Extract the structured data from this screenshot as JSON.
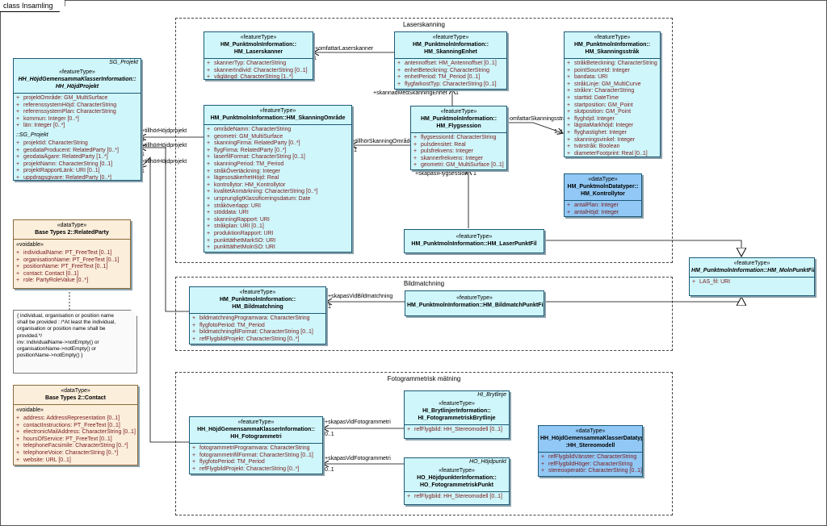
{
  "frame_title": "class Insamling",
  "packages": {
    "laserskanning": "Laserskanning",
    "bildmatchning": "Bildmatchning",
    "fotogrammetri": "Fotogrammetrisk mätning"
  },
  "classes": {
    "hojdprojekt": {
      "pkgtag": "SG_Projekt",
      "stereotype": "«featureType»",
      "name1": "HH_HöjdGemensammaKlasserInformation::",
      "name2": "HH_HöjdProjekt",
      "attrs": [
        "projektOmråde: GM_MultiSurface",
        "referenssystemHöjd: CharacterString",
        "referenssystemPlan: CharacterString",
        "kommun: Integer [0..*]",
        "län: Integer [0..*]"
      ],
      "section": "::SG_Projekt",
      "attrs2": [
        "projektId: CharacterString",
        "geodataProducent: RelatedParty [0..*]",
        "geodataÄgare: RelatedParty [1..*]",
        "projektNamn: CharacterString [0..1]",
        "projektRapportLänk: URI [0..1]",
        "uppdragsgivare: RelatedParty [0..*]"
      ]
    },
    "laserskanner": {
      "stereotype": "«featureType»",
      "name1": "HM_PunktmolnInformation::",
      "name2": "HM_Laserskanner",
      "attrs": [
        "skannerTyp: CharacterString",
        "skannerIndivid: CharacterString [0..1]",
        "våglängd: CharacterString [1..*]"
      ]
    },
    "skanningenhet": {
      "stereotype": "«featureType»",
      "name1": "HM_PunktmolnInformation::",
      "name2": "HM_SkanningEnhet",
      "attrs": [
        "antennoffset: HM_Antennoffset [0..1]",
        "enhetBeteckning: CharacterString",
        "enhetPeriod: TM_Period [0..1]",
        "flygfarkostTyp: CharacterString [0..1]"
      ]
    },
    "skanningstrak": {
      "stereotype": "«featureType»",
      "name1": "HM_PunktmolnInformation::",
      "name2": "HM_Skanningsstråk",
      "attrs": [
        "stråkBeteckning: CharacterString",
        "pointSourceId: Integer",
        "bandata: URI",
        "stråkLinje: GM_MultiCurve",
        "stråknr: CharacterString",
        "starttid: DateTime",
        "startposition: GM_Point",
        "slutposition: GM_Point",
        "flyghöjd: Integer",
        "lägstaMarkhöjd: Integer",
        "flyghastighet: Integer",
        "skanningsvinkel: Integer",
        "tvärstråk: Boolean",
        "diameterFootprint: Real [0..1]"
      ]
    },
    "skanningomrade": {
      "stereotype": "«featureType»",
      "name1": "HM_PunktmolnInformation::HM_SkanningOmråde",
      "name2": "",
      "attrs": [
        "områdeNamn: CharacterString",
        "geometri: GM_MultiSurface",
        "skanningFirma: RelatedParty [0..*]",
        "flygFirma: RelatedParty [0..*]",
        "laserfilFormat: CharacterString [0..1]",
        "skanningPeriod: TM_Period",
        "stråkÖvertäckning: Integer",
        "lägesosäkerhetHöjd: Real",
        "kontrollytor: HM_Kontrollytor",
        "kvalitetAnmärkning: CharacterString [0..*]",
        "ursprungligtKlassificeringsdatum: Date",
        "stråköverlapp: URI",
        "stöddata: URI",
        "skanningRapport: URI",
        "stråkplan: URI [0..1]",
        "produktionRapport: URI",
        "punkttäthetMarkSO: URI",
        "punkttäthetMolnSO: URI"
      ]
    },
    "flygsession": {
      "stereotype": "«featureType»",
      "name1": "HM_PunktmolnInformation::",
      "name2": "HM_Flygsession",
      "attrs": [
        "flygsessionId: CharacterString",
        "pulsdensitet: Real",
        "pulsfrekvens: Integer",
        "skannerfrekvens: Integer",
        "geometri: GM_MultiSurface [0..1]"
      ]
    },
    "kontrollytor": {
      "stereotype": "«dataType»",
      "name1": "HM_PunktmolnDatatyper::",
      "name2": "HM_Kontrollytor",
      "attrs": [
        "antalPlan: Integer",
        "antalHöjd: Integer"
      ]
    },
    "laserpunktfil": {
      "stereotype": "«featureType»",
      "name1": "HM_PunktmolnInformation::HM_LaserPunktFil",
      "name2": "",
      "attrs": []
    },
    "molnpunktfil": {
      "stereotype": "«featureType»",
      "name1": "HM_PunktmolnInformation::HM_MolnPunktFil",
      "name2": "",
      "attrs": [
        "LAS_fil: URI"
      ]
    },
    "bildmatchning": {
      "stereotype": "«featureType»",
      "name1": "HM_PunktmolnInformation::",
      "name2": "HM_Bildmatchning",
      "attrs": [
        "bildmatchningProgramvara: CharacterString",
        "flygfotoPeriod: TM_Period",
        "bildmatchningfilFormat: CharacterString [0..1]",
        "refFlygbildProjekt: CharacterString [0..*]"
      ]
    },
    "bildmatchpunktfil": {
      "stereotype": "«featureType»",
      "name1": "HM_PunktmolnInformation::HM_BildmatchPunktFil",
      "name2": "",
      "attrs": []
    },
    "relatedparty": {
      "stereotype": "«dataType»",
      "name1": "Base Types 2::RelatedParty",
      "name2": "",
      "section": "«voidable»",
      "attrs": [
        "individualName: PT_FreeText [0..1]",
        "organisationName: PT_FreeText [0..1]",
        "positionName: PT_FreeText [0..1]",
        "contact: Contact [0..1]",
        "role: PartyRoleValue [0..*]"
      ]
    },
    "contact": {
      "stereotype": "«dataType»",
      "name1": "Base Types 2::Contact",
      "name2": "",
      "section": "«voidable»",
      "attrs": [
        "address: AddressRepresentation [0..1]",
        "contactInstructions: PT_FreeText [0..1]",
        "electronicMailAddress: CharacterString [0..1]",
        "hoursOfService: PT_FreeText [0..1]",
        "telephoneFacsimile: CharacterString [0..*]",
        "telephoneVoice: CharacterString [0..*]",
        "website: URL [0..1]"
      ]
    },
    "fotogrammetri": {
      "stereotype": "«featureType»",
      "name1": "HH_HöjdGemensammaKlasserInformation::",
      "name2": "HH_Fotogrammetri",
      "attrs": [
        "fotogrammetriProgramvara: CharacterString",
        "fotogrammetrifilFormat: CharacterString [0..1]",
        "flygfotoPeriod: TM_Period",
        "refFlygbildProjekt: CharacterString [0..*]"
      ]
    },
    "brytlinje": {
      "pkgtag": "HI_Brytlinje",
      "stereotype": "«featureType»",
      "name1": "HI_BrytlinjerInformation::",
      "name2": "HI_FotogrammetriskBrytlinje",
      "attrs": [
        "refFlygbild: HH_Stereomodell [0..1]"
      ]
    },
    "hojdpunkt": {
      "pkgtag": "HO_Höjdpunkt",
      "stereotype": "«featureType»",
      "name1": "HO_HöjdpunkterInformation::",
      "name2": "HO_FotogrammetriskPunkt",
      "attrs": [
        "refFlygbild: HH_Stereomodell [0..1]"
      ]
    },
    "stereomodell": {
      "stereotype": "«dataType»",
      "name1": "HH_HöjdGemensammaKlasserDatatyper:",
      "name2": ":HH_Stereomodell",
      "attrs": [
        "refFlygbildVänster: CharacterString",
        "refFlygbildHöger: CharacterString",
        "stereooperatör: CharacterString [0..1]"
      ]
    }
  },
  "note": {
    "lines": [
      "{ individual, organisation or position name",
      "shall be provided : /*At least the individual,",
      "organisation or position name shall be",
      "provided.*/",
      "inv: individualName->notEmpty() or",
      "organisationName->notEmpty() or",
      "positionName->notEmpty() }"
    ]
  },
  "labels": {
    "omfattarLaserskanner": "+omfattarLaserskanner",
    "mult1a": "1",
    "skannadMedSkanningEnhet": "+skannadMedSkanningEnhet",
    "mult1b": "1",
    "omfattarSkanningstrak": "+omfattarSkanningsstråk",
    "mult1c": "1..*",
    "tillhorSkanningOmrade": "+tillhörSkanningOmråde",
    "mult1d": "1",
    "skapasIFlygsession": "+skapasIFlygsession",
    "mult1e": "1",
    "tillhorHojdprojekt1": "+tillhörHöjdprojekt",
    "tillhorHojdprojekt2": "+tillhörHöjdprojekt",
    "tillhorHojdprojekt3": "+tillhörHöjdprojekt",
    "mult1f": "1",
    "mult1g": "1",
    "mult1h": "1",
    "skapasVidBildmatchning": "+skapasVidBildmatchning",
    "mult1i": "1",
    "skapasVidFotogrammetri1": "+skapasVidFotogrammetri",
    "mult01a": "0..1",
    "skapasVidFotogrammetri2": "+skapasVidFotogrammetri",
    "mult01b": "0..1"
  },
  "colors": {
    "featureType": "#cff6fa",
    "dataTypeBlue": "#91c8f5",
    "baseType": "#fbeedb",
    "attribute": "#7a1a1a"
  }
}
